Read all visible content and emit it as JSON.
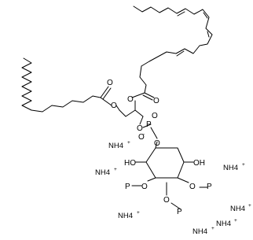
{
  "atoms": {
    "o_ester1": "O",
    "o_ester1_link": "O",
    "o_ester2": "O",
    "o_ester2_link": "O",
    "o_phos_diester1": "O",
    "o_phos_diester2": "O",
    "p_main": "P",
    "o_minus_main": "O",
    "o_double_main": "O",
    "oh_left": "HO",
    "oh_right": "OH",
    "o_p_left": "O",
    "p_left": "P",
    "o_p_right": "O",
    "p_right": "P",
    "o_p_bottom": "O",
    "p_bottom": "P"
  },
  "charges": {
    "minus": "-",
    "plus": "+"
  },
  "counterions": {
    "nh4_1": "NH4",
    "nh4_2": "NH4",
    "nh4_3": "NH4",
    "nh4_4": "NH4",
    "nh4_5": "NH4",
    "nh4_6": "NH4",
    "nh4_7": "NH4"
  },
  "colors": {
    "bond": "#000000",
    "background": "#ffffff"
  }
}
